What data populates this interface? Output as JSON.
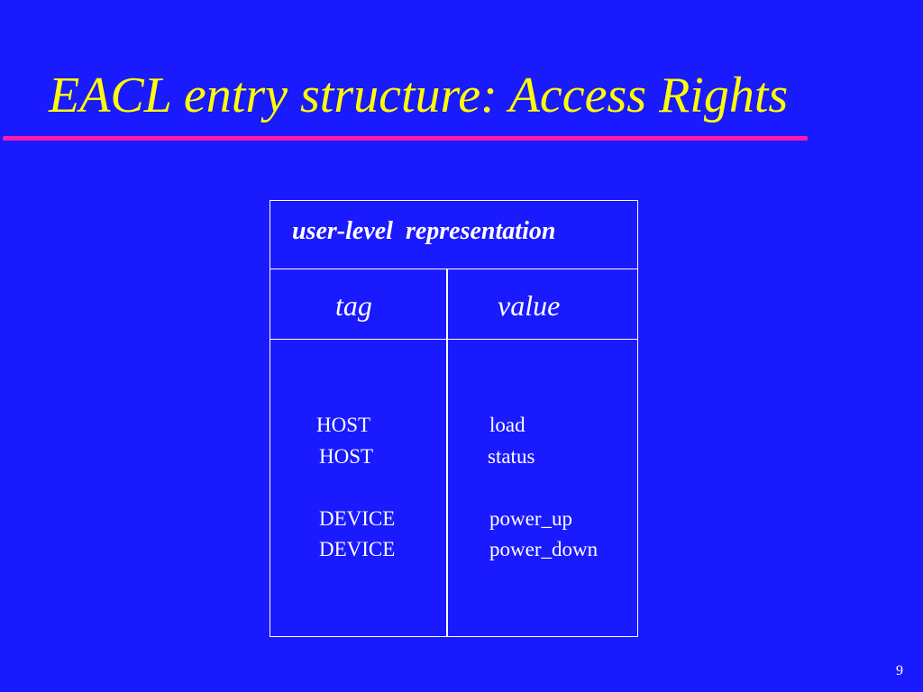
{
  "slide": {
    "title": "EACL entry structure: Access Rights",
    "page_number": "9",
    "colors": {
      "background": "#1a1aff",
      "title": "#ffff00",
      "underline": "#ff1aaa",
      "text": "#ffffff"
    }
  },
  "table": {
    "header": "user-level  representation",
    "columns": [
      "tag",
      "value"
    ],
    "rows": [
      {
        "tag": "HOST",
        "value": "load"
      },
      {
        "tag": "HOST",
        "value": "status"
      },
      {
        "tag": "DEVICE",
        "value": "power_up"
      },
      {
        "tag": "DEVICE",
        "value": "power_down"
      }
    ]
  }
}
